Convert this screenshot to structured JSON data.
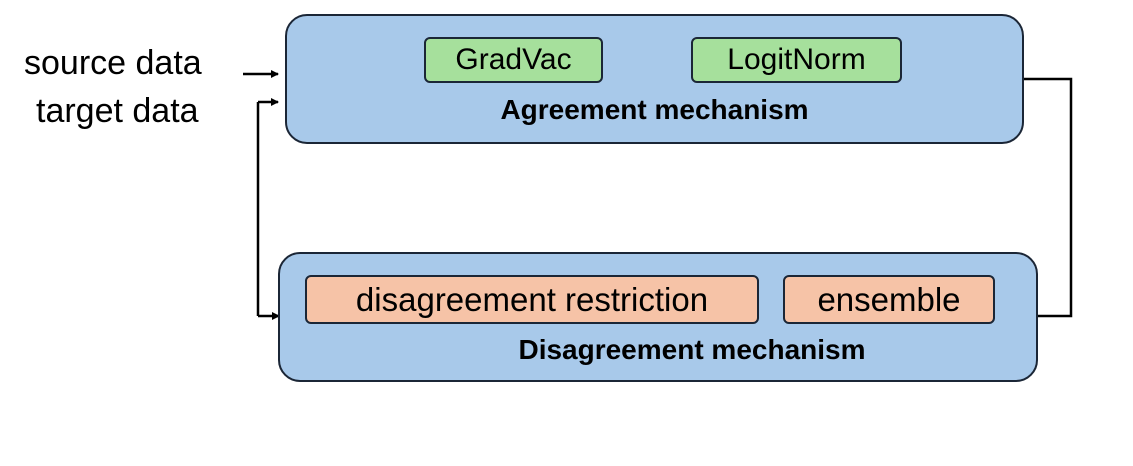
{
  "inputs": {
    "source": "source data",
    "target": "target data"
  },
  "agreement": {
    "title": "Agreement mechanism",
    "methods": [
      "GradVac",
      "LogitNorm"
    ]
  },
  "disagreement": {
    "title": "Disagreement mechanism",
    "methods": [
      "disagreement restriction",
      "ensemble"
    ]
  },
  "colors": {
    "panel_fill": "#a8c9ea",
    "agreement_chip": "#a6e09c",
    "disagreement_chip": "#f6c3a7",
    "outline": "#1b2636"
  }
}
